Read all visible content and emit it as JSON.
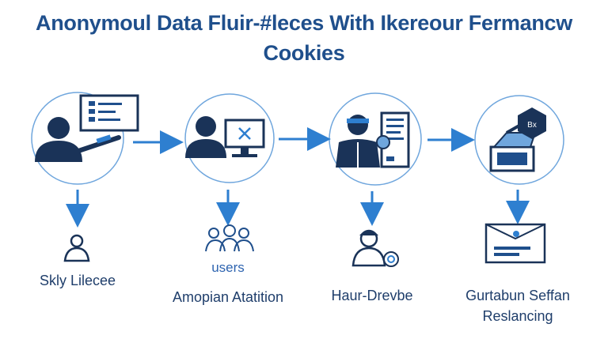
{
  "title": {
    "line1": "Anonymoul Data Fluir-#leces With Ikereour Fermancw",
    "line2": "Cookies"
  },
  "nodes": [
    {
      "label": "Skly Lilecee"
    },
    {
      "label_top": "users",
      "label": "Amopian Atatition"
    },
    {
      "label": "Haur-Drevbe"
    },
    {
      "label_line1": "Gurtabun Seffan",
      "label_line2": "Reslancing"
    }
  ],
  "colors": {
    "primary": "#1f4f8c",
    "accent": "#2e7fd0",
    "ring": "#6fa6dd",
    "dark": "#1a3358"
  }
}
